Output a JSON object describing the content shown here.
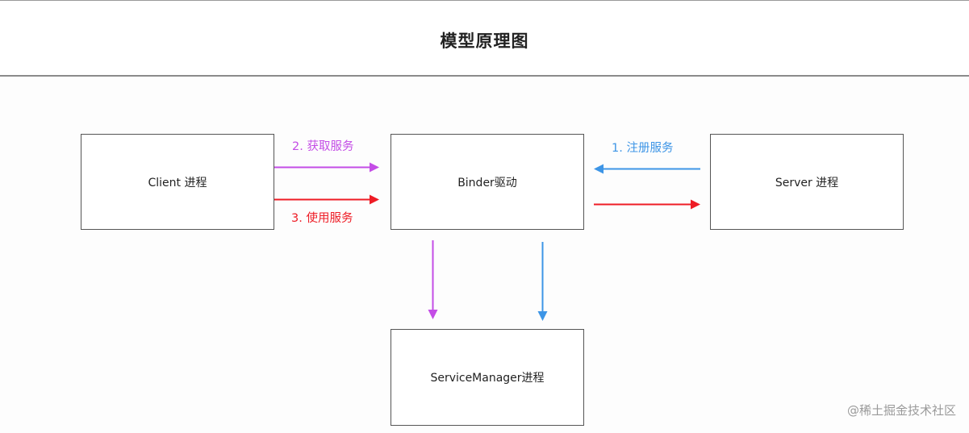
{
  "title": "模型原理图",
  "nodes": {
    "client": "Client 进程",
    "binder": "Binder驱动",
    "server": "Server 进程",
    "service_manager": "ServiceManager进程"
  },
  "edges": {
    "get_service": "2. 获取服务",
    "use_service": "3. 使用服务",
    "register_service": "1. 注册服务"
  },
  "colors": {
    "get_service": "#c44de6",
    "use_service": "#ee1c25",
    "register_service": "#3d95e6",
    "box_border": "#555555",
    "header_rule": "#8a8a8a"
  },
  "watermark": "@稀土掘金技术社区"
}
